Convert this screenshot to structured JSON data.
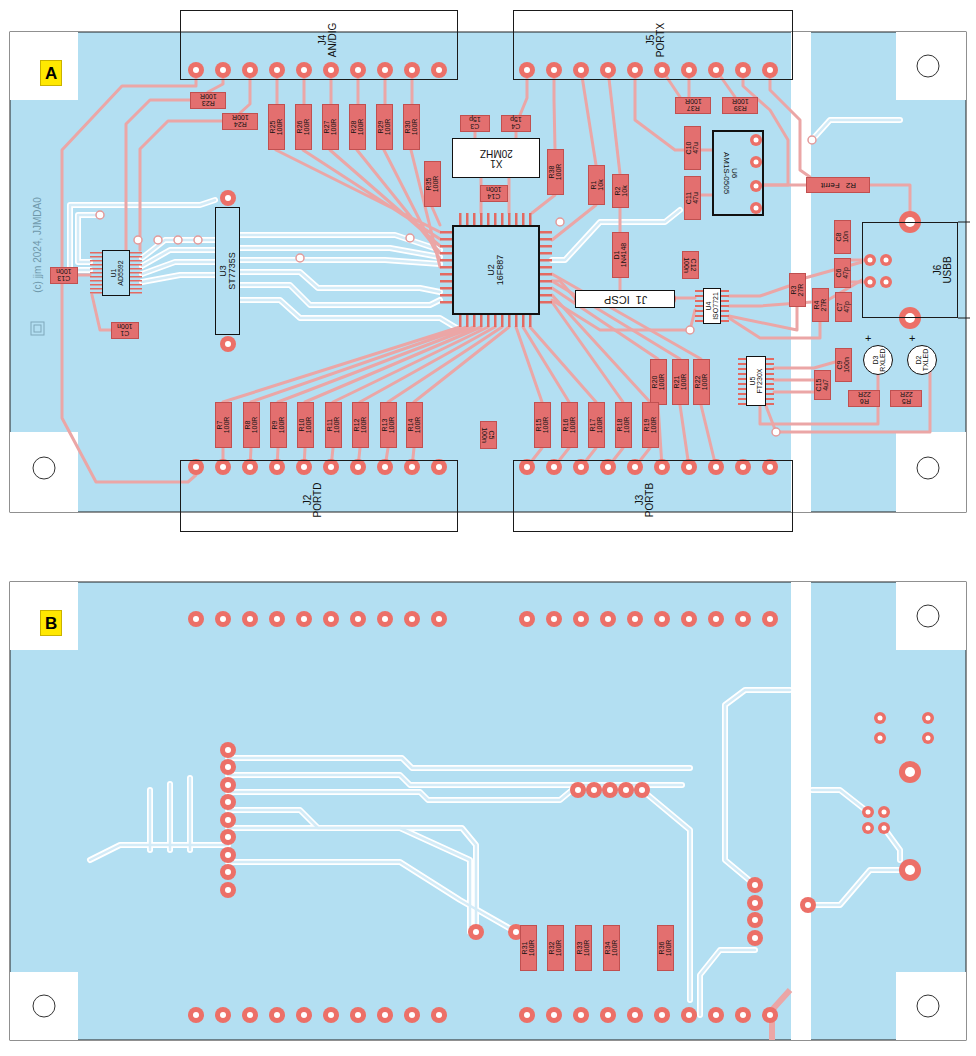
{
  "diagram": {
    "nodes": [
      {
        "text": [
          "A"
        ]
      },
      {
        "text": [
          "J4",
          "AN/DIG"
        ]
      },
      {
        "text": [
          "J5",
          "PORTX"
        ]
      },
      {
        "text": [
          "R23",
          "100R"
        ]
      },
      {
        "text": [
          "R24",
          "100R"
        ]
      },
      {
        "text": [
          "R25",
          "100R"
        ]
      },
      {
        "text": [
          "R26",
          "100R"
        ]
      },
      {
        "text": [
          "R27",
          "100R"
        ]
      },
      {
        "text": [
          "R28",
          "100R"
        ]
      },
      {
        "text": [
          "R29",
          "100R"
        ]
      },
      {
        "text": [
          "R30",
          "100R"
        ]
      },
      {
        "text": [
          "C3",
          "15p"
        ]
      },
      {
        "text": [
          "C4",
          "15p"
        ]
      },
      {
        "text": [
          "R37",
          "100R"
        ]
      },
      {
        "text": [
          "R39",
          "100R"
        ]
      },
      {
        "text": [
          "X1",
          "20MHZ"
        ]
      },
      {
        "text": [
          "C10",
          "47u"
        ]
      },
      {
        "text": [
          "R35",
          "100R"
        ]
      },
      {
        "text": [
          "R38",
          "100R"
        ]
      },
      {
        "text": [
          "C14",
          "100n"
        ]
      },
      {
        "text": [
          "R1",
          "10k"
        ]
      },
      {
        "text": [
          "R2",
          "10k"
        ]
      },
      {
        "text": [
          "C11",
          "47u"
        ]
      },
      {
        "text": [
          "U6",
          "AM1S-0505"
        ]
      },
      {
        "text": [
          "R2",
          "Ferrit"
        ]
      },
      {
        "text": [
          "U1",
          "AD5592"
        ]
      },
      {
        "text": [
          "C13",
          "100n"
        ]
      },
      {
        "text": [
          "U3",
          "ST7735S"
        ]
      },
      {
        "text": [
          "U2",
          "16F887"
        ]
      },
      {
        "text": [
          "D1",
          "1N4148"
        ]
      },
      {
        "text": [
          "C12",
          "100n"
        ]
      },
      {
        "text": [
          "C8",
          "10n"
        ]
      },
      {
        "text": [
          "C6",
          "47p"
        ]
      },
      {
        "text": [
          "J6",
          "USBB"
        ]
      },
      {
        "text": [
          "R3",
          "27R"
        ]
      },
      {
        "text": [
          "J1",
          "ICSP"
        ]
      },
      {
        "text": [
          "U4",
          "ISO7721"
        ]
      },
      {
        "text": [
          "C7",
          "47p"
        ]
      },
      {
        "text": [
          "R4",
          "27R"
        ]
      },
      {
        "text": [
          "C1",
          "100n"
        ]
      },
      {
        "text": [
          "D3",
          "RXLED"
        ]
      },
      {
        "text": [
          "D2",
          "TXLED"
        ]
      },
      {
        "text": [
          "C9",
          "100n"
        ]
      },
      {
        "text": [
          "U5",
          "FT230X"
        ]
      },
      {
        "text": [
          "R20",
          "100R"
        ]
      },
      {
        "text": [
          "R21",
          "100R"
        ]
      },
      {
        "text": [
          "R22",
          "100R"
        ]
      },
      {
        "text": [
          "C15",
          "4u7"
        ]
      },
      {
        "text": [
          "R6",
          "22R"
        ]
      },
      {
        "text": [
          "R5",
          "22R"
        ]
      },
      {
        "text": [
          "R7",
          "100R"
        ]
      },
      {
        "text": [
          "R8",
          "100R"
        ]
      },
      {
        "text": [
          "R9",
          "100R"
        ]
      },
      {
        "text": [
          "R10",
          "100R"
        ]
      },
      {
        "text": [
          "R11",
          "100R"
        ]
      },
      {
        "text": [
          "R12",
          "100R"
        ]
      },
      {
        "text": [
          "R13",
          "100R"
        ]
      },
      {
        "text": [
          "R14",
          "100R"
        ]
      },
      {
        "text": [
          "R15",
          "100R"
        ]
      },
      {
        "text": [
          "R16",
          "100R"
        ]
      },
      {
        "text": [
          "R17",
          "100R"
        ]
      },
      {
        "text": [
          "R18",
          "100R"
        ]
      },
      {
        "text": [
          "R19",
          "100R"
        ]
      },
      {
        "text": [
          "C5",
          "100n"
        ]
      },
      {
        "text": [
          "J2",
          "PORTD"
        ]
      },
      {
        "text": [
          "J3",
          "PORTB"
        ]
      },
      {
        "text": [
          "B"
        ]
      },
      {
        "text": [
          "R31",
          "100R"
        ]
      },
      {
        "text": [
          "R32",
          "100R"
        ]
      },
      {
        "text": [
          "R33",
          "100R"
        ]
      },
      {
        "text": [
          "R34",
          "100R"
        ]
      },
      {
        "text": [
          "R36",
          "100R"
        ]
      }
    ],
    "labels": [
      "(c) jjm 2024, JJMDA0",
      "+",
      "+"
    ]
  }
}
